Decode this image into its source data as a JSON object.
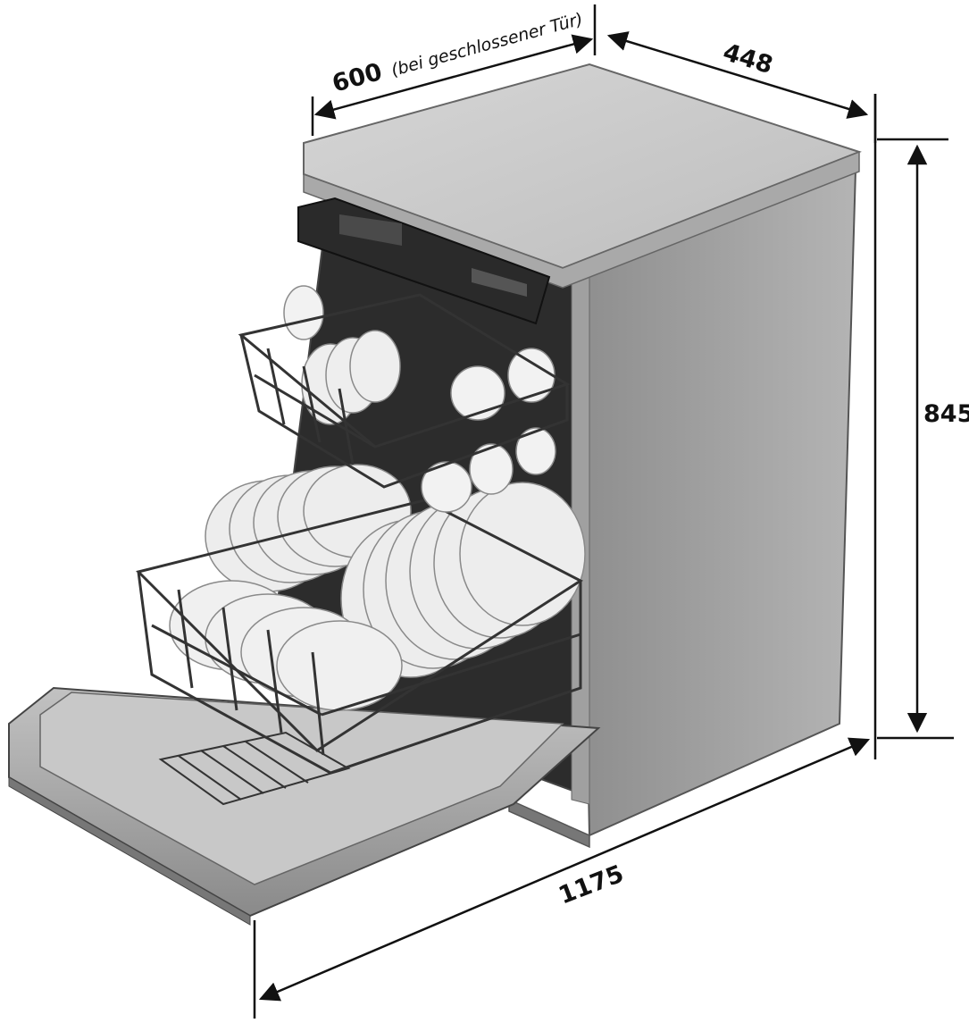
{
  "dimensions": {
    "depth_closed": {
      "value": "600",
      "note": "(bei geschlossener Tür)"
    },
    "width": {
      "value": "448"
    },
    "height": {
      "value": "845"
    },
    "depth_open": {
      "value": "1175"
    }
  },
  "colors": {
    "line": "#111111",
    "top": "#c9c9c9",
    "side": "#9c9c9c",
    "front_frame": "#a8a8a8",
    "interior": "#2c2c2c",
    "door": "#b0b0b0",
    "dish": "#ececec",
    "rack": "#333333"
  }
}
